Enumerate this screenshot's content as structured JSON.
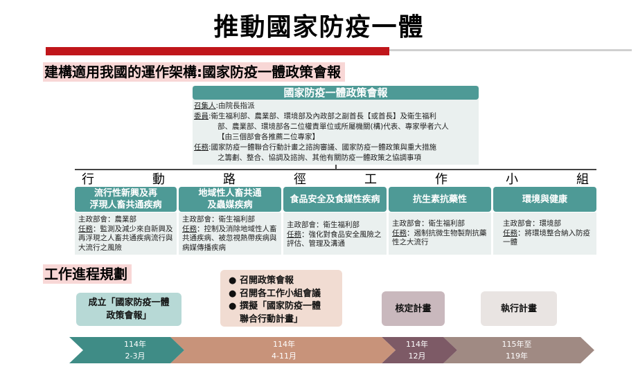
{
  "title": "推動國家防疫一體",
  "section1_heading": "建構適用我國的運作架構:國家防疫一體政策會報",
  "council": {
    "heading": "國家防疫一體政策會報",
    "convener_label": "召集人",
    "convener_text": ":由院長指派",
    "members_label": "委員",
    "members_line1": ":衛生福利部、農業部、環境部及內政部之副首長【或首長】及衛生福利",
    "members_line2": "部、農業部、環境部各二位權責單位或所屬機關(構)代表、專家學者六人",
    "members_line3": "【由三個部會各推薦二位專家】",
    "tasks_label": "任務",
    "tasks_line1": ":國家防疫一體聯合行動計畫之諮詢審議、國家防疫一體政策與重大措施",
    "tasks_line2": "之籌劃、整合、協調及諮詢、其他有關防疫一體政策之協調事項"
  },
  "working_groups_heading": [
    "行",
    "動",
    "路",
    "徑",
    "工",
    "作",
    "小",
    "組"
  ],
  "groups": [
    {
      "title_line1": "流行性新興及再",
      "title_line2": "浮現人畜共通疾病",
      "lead": "主政部會：農業部",
      "task_label": "任務",
      "task_text": "：監測及減少來自新興及再浮現之人畜共通疾病流行與大流行之風險"
    },
    {
      "title_line1": "地域性人畜共通",
      "title_line2": "及蟲媒疾病",
      "lead": "主政部會：衛生福利部",
      "task_label": "任務",
      "task_text": "：控制及消除地域性人畜共通疾病、被忽視熱帶疾病與病媒傳播疾病"
    },
    {
      "title_line1": "食品安全及食媒性疾病",
      "title_line2": "",
      "lead": "主政部會：衛生福利部",
      "task_label": "任務",
      "task_text": "：強化對食品安全風險之評估、管理及溝通"
    },
    {
      "title_line1": "抗生素抗藥性",
      "title_line2": "",
      "lead": "主政部會：衛生福利部",
      "task_label": "任務",
      "task_text": "：遏制抗微生物製劑抗藥性之大流行"
    },
    {
      "title_line1": "環境與健康",
      "title_line2": "",
      "lead": "主政部會：環境部",
      "task_label": "任務",
      "task_text": "：將環境整合納入防疫一體"
    }
  ],
  "section2_heading": "工作進程規劃",
  "process": {
    "step1_line1": "成立「國家防疫一體",
    "step1_line2": "政策會報」",
    "step2_items": [
      "召開政策會報",
      "召開各工作小組會議",
      "撰擬「國家防疫一體",
      "聯合行動計畫」"
    ],
    "step2_bullet": "●",
    "step3": "核定計畫",
    "step4": "執行計畫"
  },
  "timeline": [
    {
      "year": "114年",
      "period": "2-3月"
    },
    {
      "year": "114年",
      "period": "4-11月"
    },
    {
      "year": "114年",
      "period": "12月"
    },
    {
      "year": "115年至",
      "period": "119年"
    }
  ],
  "colors": {
    "red_bar": "#c0161b",
    "teal": "#4e9a96",
    "teal_light": "#b7d9d6",
    "peach": "#f1dcd2",
    "mauve": "#c9b8bd",
    "light_gray": "#e9e4e2"
  }
}
